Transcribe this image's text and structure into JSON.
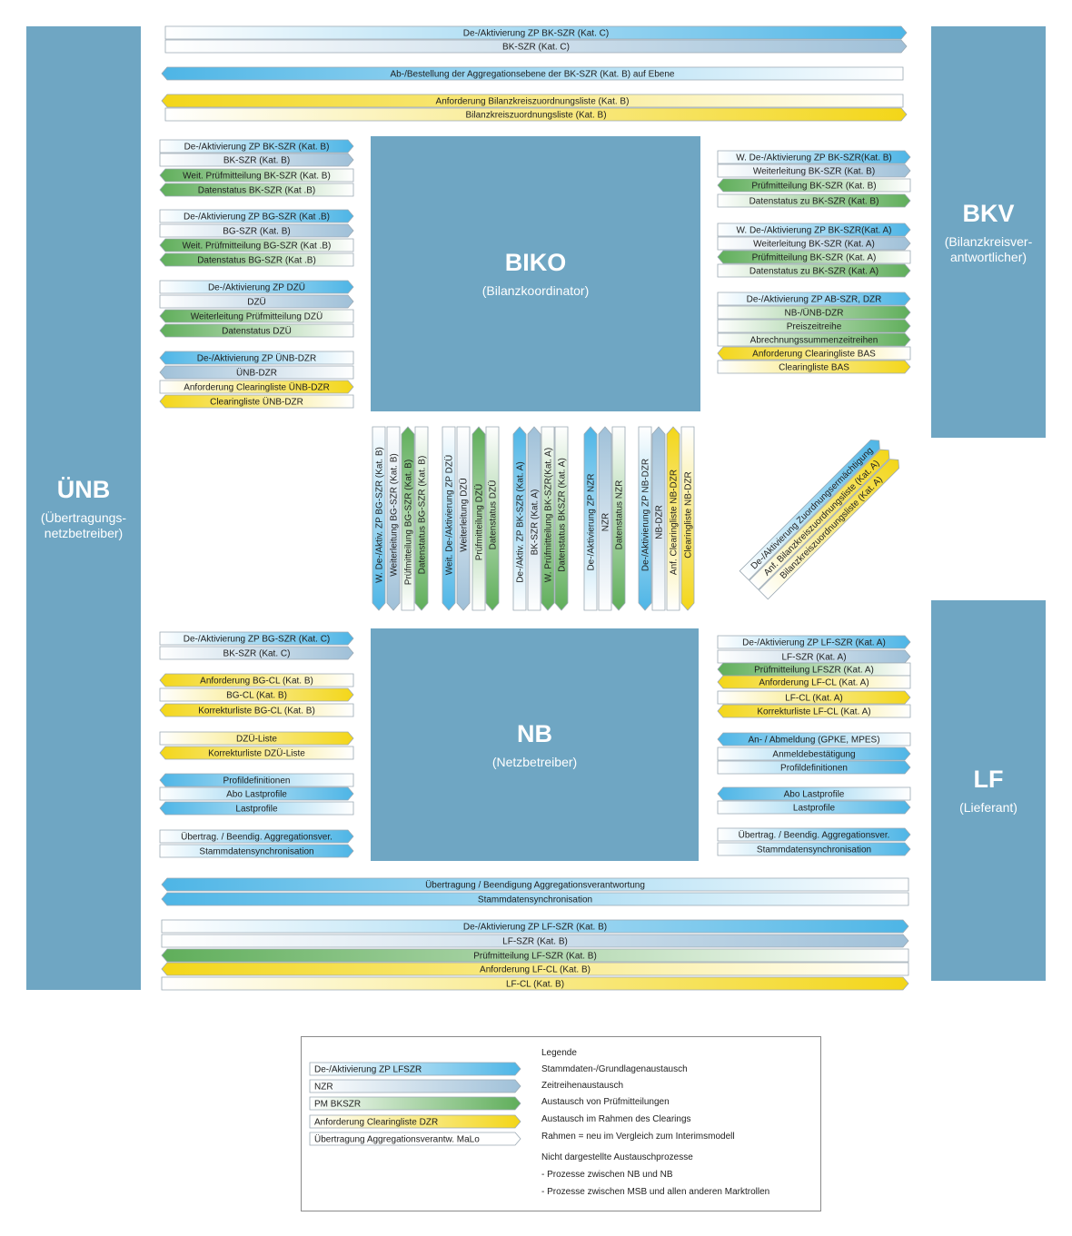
{
  "roles": {
    "unb": {
      "title": "ÜNB",
      "subtitle": "(Übertragungs-netzbetreiber)"
    },
    "bkv": {
      "title": "BKV",
      "subtitle": "(Bilanzkreisver-antwortlicher)"
    },
    "lf": {
      "title": "LF",
      "subtitle": "(Lieferant)"
    },
    "biko": {
      "title": "BIKO",
      "subtitle": "(Bilanzkoordinator)"
    },
    "nb": {
      "title": "NB",
      "subtitle": "(Netzbetreiber)"
    }
  },
  "colors": {
    "stamm": "#4db5e6",
    "zeitreihe": "#9fc0d8",
    "pruef": "#5fae5a",
    "clearing": "#f3d618",
    "outline": "#ffffff",
    "box": "#6fa6c3"
  },
  "arrows_top": [
    {
      "label": "De-/Aktivierung ZP BK-SZR (Kat. C)",
      "type": "stamm",
      "dir": "right"
    },
    {
      "label": "BK-SZR (Kat. C)",
      "type": "zeitreihe",
      "dir": "right"
    },
    {
      "label": "Ab-/Bestellung der Aggregationsebene der BK-SZR (Kat. B) auf Ebene",
      "type": "stamm",
      "dir": "left"
    },
    {
      "label": "Anforderung Bilanzkreiszuordnungsliste (Kat. B)",
      "type": "clearing",
      "dir": "left"
    },
    {
      "label": "Bilanzkreiszuordnungsliste (Kat. B)",
      "type": "clearing",
      "dir": "right"
    }
  ],
  "arrows_left_upper": [
    {
      "label": "De-/Aktivierung ZP BK-SZR (Kat. B)",
      "type": "stamm",
      "dir": "right"
    },
    {
      "label": "BK-SZR (Kat. B)",
      "type": "zeitreihe",
      "dir": "right"
    },
    {
      "label": "Weit. Prüfmitteilung BK-SZR (Kat. B)",
      "type": "pruef",
      "dir": "left"
    },
    {
      "label": "Datenstatus BK-SZR (Kat .B)",
      "type": "pruef",
      "dir": "left"
    },
    {
      "label": "De-/Aktivierung ZP BG-SZR (Kat .B)",
      "type": "stamm",
      "dir": "right"
    },
    {
      "label": "BG-SZR (Kat. B)",
      "type": "zeitreihe",
      "dir": "right"
    },
    {
      "label": "Weit. Prüfmitteilung BG-SZR (Kat .B)",
      "type": "pruef",
      "dir": "left"
    },
    {
      "label": "Datenstatus BG-SZR (Kat .B)",
      "type": "pruef",
      "dir": "left"
    },
    {
      "label": "De-/Aktivierung ZP DZÜ",
      "type": "stamm",
      "dir": "right"
    },
    {
      "label": "DZÜ",
      "type": "zeitreihe",
      "dir": "right"
    },
    {
      "label": "Weiterleitung Prüfmitteilung DZÜ",
      "type": "pruef",
      "dir": "left"
    },
    {
      "label": "Datenstatus DZÜ",
      "type": "pruef",
      "dir": "left"
    },
    {
      "label": "De-/Aktivierung ZP ÜNB-DZR",
      "type": "stamm",
      "dir": "left"
    },
    {
      "label": "ÜNB-DZR",
      "type": "zeitreihe",
      "dir": "left"
    },
    {
      "label": "Anforderung Clearingliste ÜNB-DZR",
      "type": "clearing",
      "dir": "right"
    },
    {
      "label": "Clearingliste ÜNB-DZR",
      "type": "clearing",
      "dir": "left"
    }
  ],
  "arrows_right_upper": [
    {
      "label": "W. De-/Aktivierung ZP BK-SZR(Kat. B)",
      "type": "stamm",
      "dir": "right"
    },
    {
      "label": "Weiterleitung BK-SZR (Kat. B)",
      "type": "zeitreihe",
      "dir": "right"
    },
    {
      "label": "Prüfmitteilung BK-SZR (Kat. B)",
      "type": "pruef",
      "dir": "left"
    },
    {
      "label": "Datenstatus zu BK-SZR (Kat. B)",
      "type": "pruef",
      "dir": "right"
    },
    {
      "label": "W. De-/Aktivierung ZP BK-SZR(Kat. A)",
      "type": "stamm",
      "dir": "right"
    },
    {
      "label": "Weiterleitung BK-SZR (Kat. A)",
      "type": "zeitreihe",
      "dir": "right"
    },
    {
      "label": "Prüfmitteilung BK-SZR (Kat. A)",
      "type": "pruef",
      "dir": "left"
    },
    {
      "label": "Datenstatus zu BK-SZR (Kat. A)",
      "type": "pruef",
      "dir": "right"
    },
    {
      "label": "De-/Aktivierung ZP AB-SZR, DZR",
      "type": "stamm",
      "dir": "right"
    },
    {
      "label": "NB-/ÜNB-DZR",
      "type": "pruef",
      "dir": "right"
    },
    {
      "label": "Preiszeitreihe",
      "type": "pruef",
      "dir": "right"
    },
    {
      "label": "Abrechnungssummenzeitreihen",
      "type": "pruef",
      "dir": "right"
    },
    {
      "label": "Anforderung Clearingliste BAS",
      "type": "clearing",
      "dir": "left"
    },
    {
      "label": "Clearingliste BAS",
      "type": "clearing",
      "dir": "right"
    }
  ],
  "arrows_vertical": [
    {
      "label": "W. De-/Aktiv. ZP BG-SZR (Kat. B)",
      "type": "stamm",
      "dir": "down"
    },
    {
      "label": "Weiterleitung BG-SZR (Kat. B)",
      "type": "zeitreihe",
      "dir": "down"
    },
    {
      "label": "Prüfmitteilung BG-SZR (Kat. B)",
      "type": "pruef",
      "dir": "up"
    },
    {
      "label": "Datenstatus BG-SZR (Kat. B)",
      "type": "pruef",
      "dir": "down"
    },
    {
      "label": "Weit. De-/Aktivierung ZP DZÜ",
      "type": "stamm",
      "dir": "down"
    },
    {
      "label": "Weiterleitung DZÜ",
      "type": "zeitreihe",
      "dir": "down"
    },
    {
      "label": "Prüfmitteilung DZÜ",
      "type": "pruef",
      "dir": "up"
    },
    {
      "label": "Datenstatus DZÜ",
      "type": "pruef",
      "dir": "down"
    },
    {
      "label": "De-/Aktiv. ZP BK-SZR (Kat. A)",
      "type": "stamm",
      "dir": "up"
    },
    {
      "label": "BK-SZR (Kat. A)",
      "type": "zeitreihe",
      "dir": "up"
    },
    {
      "label": "W. Prüfmitteilung BK-SZR(Kat. A)",
      "type": "pruef",
      "dir": "down"
    },
    {
      "label": "Datenstatus BKSZR (Kat. A)",
      "type": "pruef",
      "dir": "down"
    },
    {
      "label": "De-/Aktivierung ZP NZR",
      "type": "stamm",
      "dir": "up"
    },
    {
      "label": "NZR",
      "type": "zeitreihe",
      "dir": "up"
    },
    {
      "label": "Datenstatus NZR",
      "type": "pruef",
      "dir": "down"
    },
    {
      "label": "De-/Aktivierung ZP NB-DZR",
      "type": "stamm",
      "dir": "down"
    },
    {
      "label": "NB-DZR",
      "type": "zeitreihe",
      "dir": "up"
    },
    {
      "label": "Anf. Clearingliste NB-DZR",
      "type": "clearing",
      "dir": "up"
    },
    {
      "label": "Clearingliste NB-DZR",
      "type": "clearing",
      "dir": "down"
    }
  ],
  "arrows_diagonal": [
    {
      "label": "De-/Aktivierung Zuordnungsermächtigung",
      "type": "stamm"
    },
    {
      "label": "Anf. Bilanzkreiszuordnungsliste (Kat. A)",
      "type": "clearing"
    },
    {
      "label": "Bilanzkreiszuordnungsliste (Kat. A)",
      "type": "clearing"
    }
  ],
  "arrows_left_lower": [
    {
      "label": "De-/Aktivierung ZP BG-SZR (Kat. C)",
      "type": "stamm",
      "dir": "right"
    },
    {
      "label": "BK-SZR (Kat. C)",
      "type": "zeitreihe",
      "dir": "right"
    },
    {
      "label": "Anforderung BG-CL (Kat. B)",
      "type": "clearing",
      "dir": "left"
    },
    {
      "label": "BG-CL (Kat. B)",
      "type": "clearing",
      "dir": "right"
    },
    {
      "label": "Korrekturliste  BG-CL (Kat. B)",
      "type": "clearing",
      "dir": "left"
    },
    {
      "label": "DZÜ-Liste",
      "type": "clearing",
      "dir": "right"
    },
    {
      "label": "Korrekturliste  DZÜ-Liste",
      "type": "clearing",
      "dir": "left"
    },
    {
      "label": "Profildefinitionen",
      "type": "stamm",
      "dir": "left"
    },
    {
      "label": "Abo Lastprofile",
      "type": "stamm",
      "dir": "right"
    },
    {
      "label": "Lastprofile",
      "type": "stamm",
      "dir": "left"
    },
    {
      "label": "Übertrag. / Beendig. Aggregationsver.",
      "type": "stamm",
      "dir": "right"
    },
    {
      "label": "Stammdatensynchronisation",
      "type": "stamm",
      "dir": "right"
    }
  ],
  "arrows_right_lower": [
    {
      "label": "De-/Aktivierung ZP LF-SZR (Kat. A)",
      "type": "stamm",
      "dir": "right"
    },
    {
      "label": "LF-SZR (Kat. A)",
      "type": "zeitreihe",
      "dir": "right"
    },
    {
      "label": "Prüfmitteilung LFSZR (Kat. A)",
      "type": "pruef",
      "dir": "left"
    },
    {
      "label": "Anforderung LF-CL (Kat. A)",
      "type": "clearing",
      "dir": "left"
    },
    {
      "label": "LF-CL (Kat. A)",
      "type": "clearing",
      "dir": "right"
    },
    {
      "label": "Korrekturliste LF-CL (Kat. A)",
      "type": "clearing",
      "dir": "left"
    },
    {
      "label": "An- / Abmeldung (GPKE, MPES)",
      "type": "stamm",
      "dir": "left"
    },
    {
      "label": "Anmeldebestätigung",
      "type": "stamm",
      "dir": "right"
    },
    {
      "label": "Profildefinitionen",
      "type": "stamm",
      "dir": "right"
    },
    {
      "label": "Abo Lastprofile",
      "type": "stamm",
      "dir": "left"
    },
    {
      "label": "Lastprofile",
      "type": "stamm",
      "dir": "right"
    },
    {
      "label": "Übertrag. / Beendig. Aggregationsver.",
      "type": "stamm",
      "dir": "right"
    },
    {
      "label": "Stammdatensynchronisation",
      "type": "stamm",
      "dir": "right"
    }
  ],
  "arrows_bottom": [
    {
      "label": "Übertragung / Beendigung Aggregationsverantwortung",
      "type": "stamm",
      "dir": "left"
    },
    {
      "label": "Stammdatensynchronisation",
      "type": "stamm",
      "dir": "left"
    },
    {
      "label": "De-/Aktivierung ZP LF-SZR (Kat. B)",
      "type": "stamm",
      "dir": "right"
    },
    {
      "label": "LF-SZR (Kat. B)",
      "type": "zeitreihe",
      "dir": "right"
    },
    {
      "label": "Prüfmitteilung LF-SZR (Kat. B)",
      "type": "pruef",
      "dir": "left"
    },
    {
      "label": "Anforderung LF-CL (Kat. B)",
      "type": "clearing",
      "dir": "left"
    },
    {
      "label": "LF-CL (Kat. B)",
      "type": "clearing",
      "dir": "right"
    }
  ],
  "legend": {
    "title": "Legende",
    "samples": [
      {
        "label": "De-/Aktivierung ZP LFSZR",
        "type": "stamm"
      },
      {
        "label": "NZR",
        "type": "zeitreihe"
      },
      {
        "label": "PM BKSZR",
        "type": "pruef"
      },
      {
        "label": "Anforderung Clearingliste DZR",
        "type": "clearing"
      },
      {
        "label": "Übertragung Aggregationsverantw. MaLo",
        "type": "outline"
      }
    ],
    "descriptions": [
      "Stammdaten-/Grundlagenaustausch",
      "Zeitreihenaustausch",
      "Austausch von Prüfmitteilungen",
      "Austausch im Rahmen des Clearings",
      "Rahmen = neu im Vergleich zum Interimsmodell"
    ],
    "notes_title": "Nicht dargestellte Austauschprozesse",
    "notes": [
      "- Prozesse zwischen NB und NB",
      "- Prozesse zwischen MSB und allen anderen Marktrollen"
    ]
  }
}
